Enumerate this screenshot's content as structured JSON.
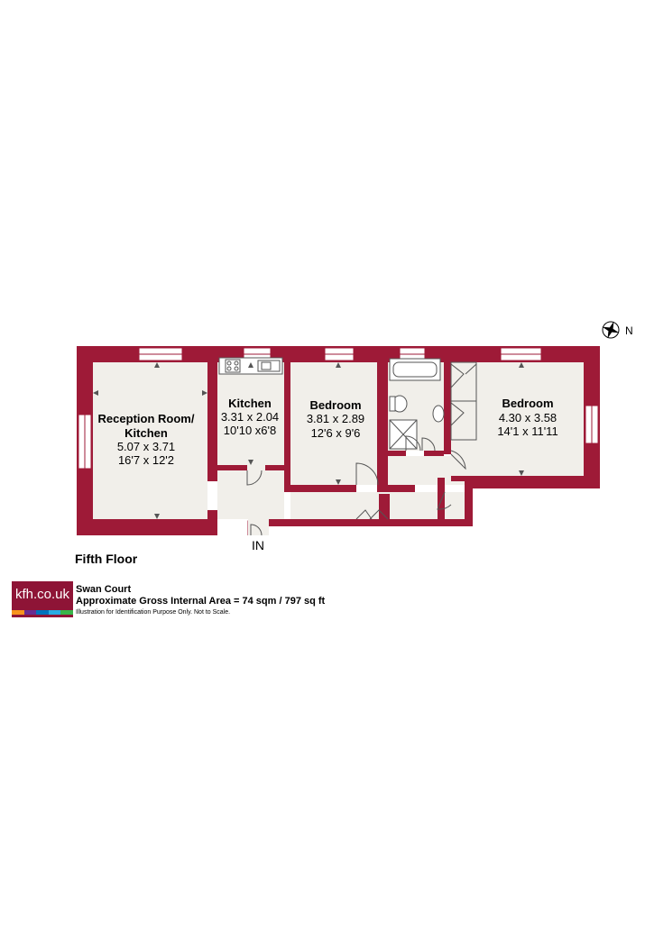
{
  "north_label": "N",
  "entrance_label": "IN",
  "floor_title": "Fifth Floor",
  "rooms": [
    {
      "name_lines": [
        "Reception Room/",
        "Kitchen"
      ],
      "metric": "5.07 x 3.71",
      "imperial": "16'7 x 12'2"
    },
    {
      "name_lines": [
        "Kitchen"
      ],
      "metric": "3.31 x 2.04",
      "imperial": "10'10 x6'8"
    },
    {
      "name_lines": [
        "Bedroom"
      ],
      "metric": "3.81 x 2.89",
      "imperial": "12'6 x 9'6"
    },
    {
      "name_lines": [
        "Bedroom"
      ],
      "metric": "4.30 x 3.58",
      "imperial": "14'1 x 11'11"
    }
  ],
  "footer": {
    "logo_text": "kfh.co.uk",
    "logo_bar_colors": [
      "#f7941d",
      "#6a2c91",
      "#0072bc",
      "#29abe2",
      "#39b54a"
    ],
    "address": "Swan Court",
    "area": "Approximate Gross Internal Area = 74 sqm / 797 sq ft",
    "disclaimer": "Illustration for Identification Purpose Only. Not to Scale."
  },
  "colors": {
    "wall": "#9e1a37",
    "floor": "#f1efea",
    "fixture_stroke": "#555555"
  }
}
